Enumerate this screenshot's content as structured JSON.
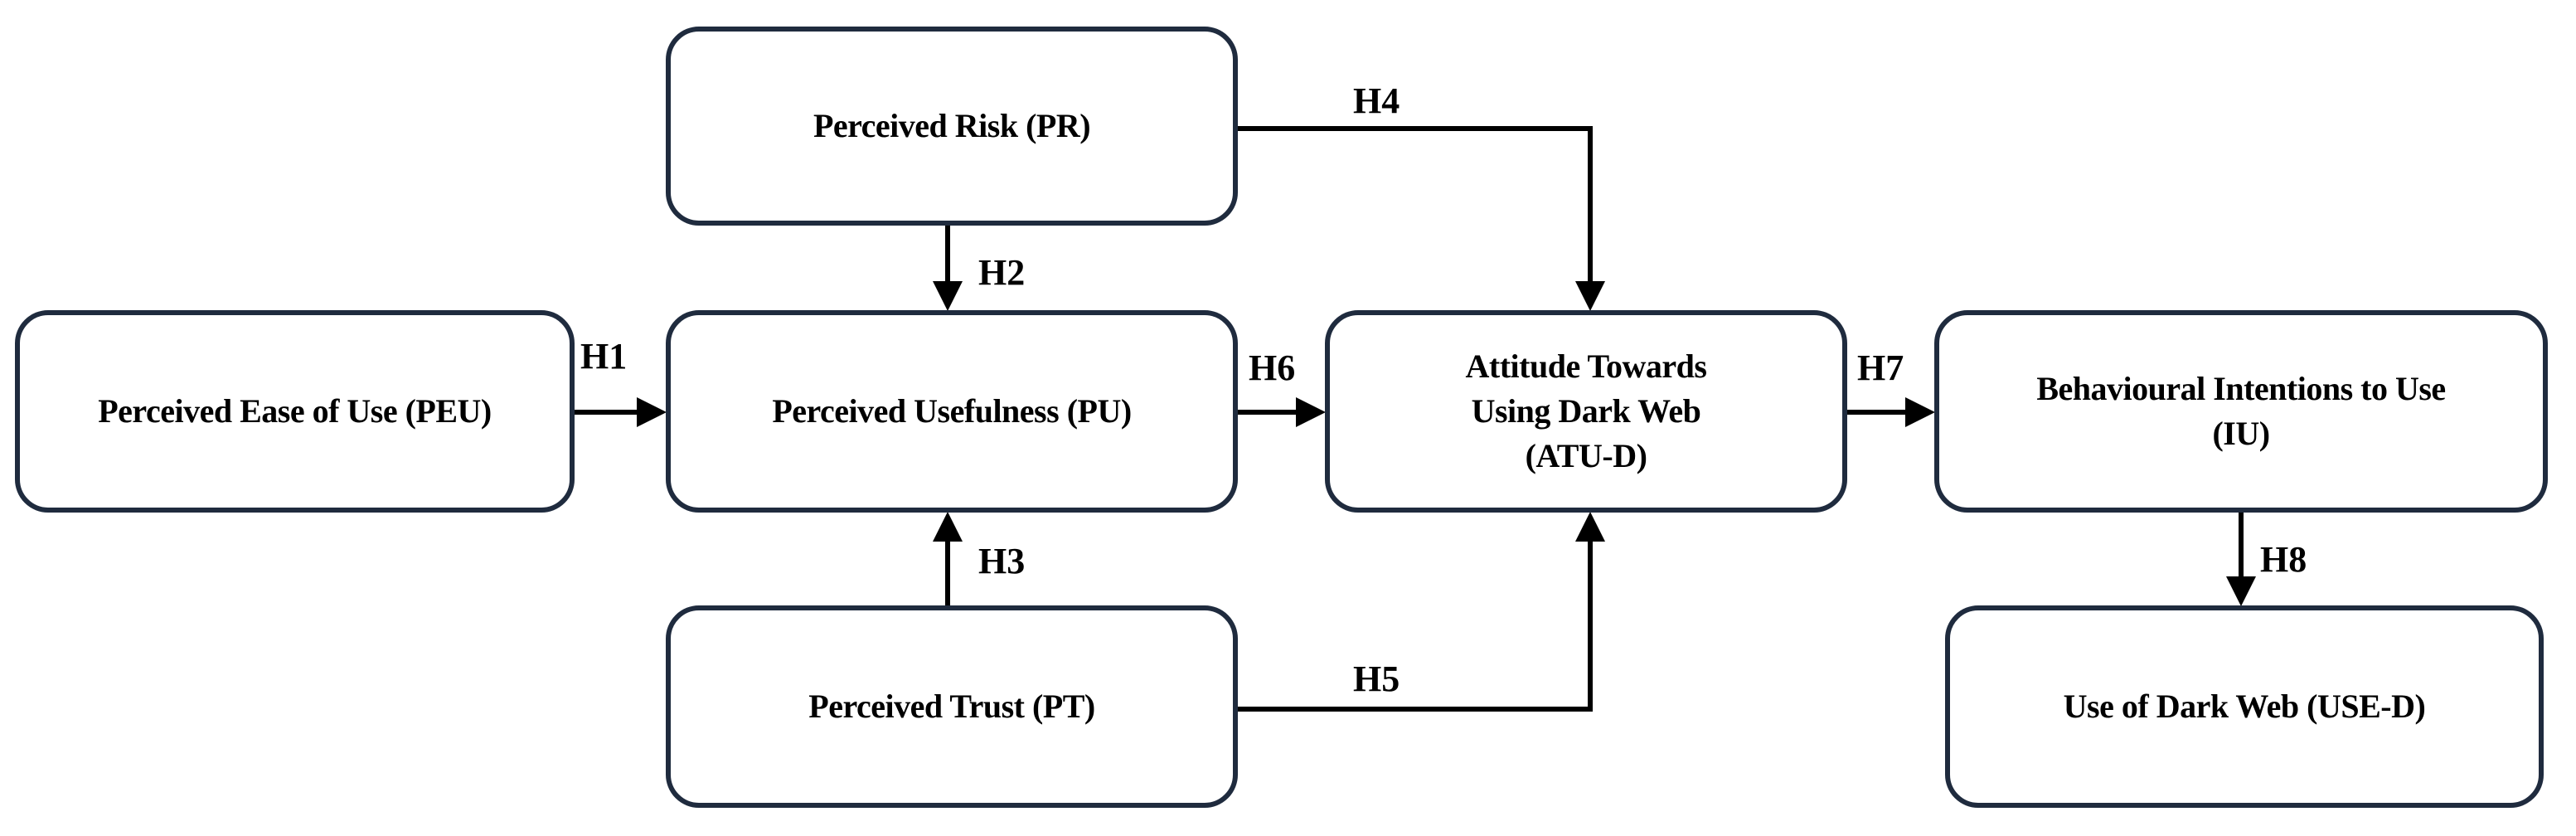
{
  "diagram": {
    "nodes": {
      "pr": "Perceived Risk (PR)",
      "peu": "Perceived  Ease of Use (PEU)",
      "pu": "Perceived Usefulness (PU)",
      "atu": "Attitude Towards\nUsing Dark Web\n(ATU-D)",
      "iu": "Behavioural Intentions to Use\n(IU)",
      "pt": "Perceived Trust (PT)",
      "use": "Use of Dark Web (USE-D)"
    },
    "hypotheses": {
      "h1": "H1",
      "h2": "H2",
      "h3": "H3",
      "h4": "H4",
      "h5": "H5",
      "h6": "H6",
      "h7": "H7",
      "h8": "H8"
    },
    "edges": [
      {
        "from": "peu",
        "to": "pu",
        "label": "H1"
      },
      {
        "from": "pr",
        "to": "pu",
        "label": "H2"
      },
      {
        "from": "pt",
        "to": "pu",
        "label": "H3"
      },
      {
        "from": "pr",
        "to": "atu",
        "label": "H4"
      },
      {
        "from": "pt",
        "to": "atu",
        "label": "H5"
      },
      {
        "from": "pu",
        "to": "atu",
        "label": "H6"
      },
      {
        "from": "atu",
        "to": "iu",
        "label": "H7"
      },
      {
        "from": "iu",
        "to": "use",
        "label": "H8"
      }
    ],
    "colors": {
      "box_border": "#1f2b3e",
      "arrow": "#000000",
      "background": "#ffffff"
    }
  }
}
